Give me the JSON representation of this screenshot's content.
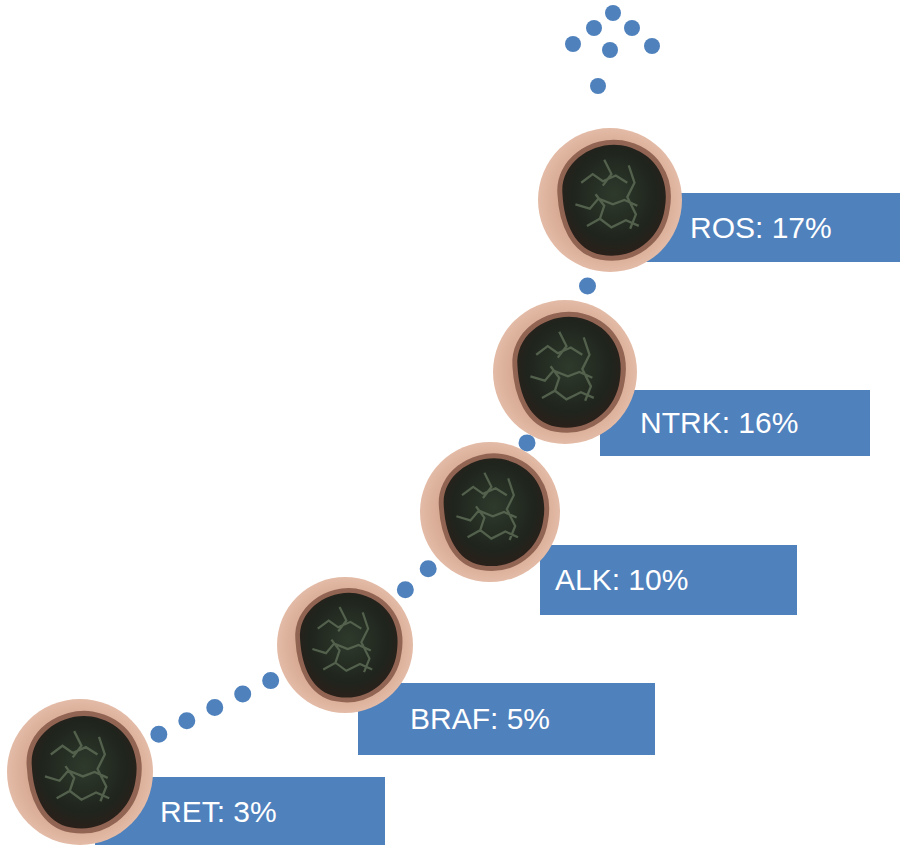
{
  "diagram": {
    "nodes": [
      {
        "text": [
          "RET: 3%"
        ]
      },
      {
        "text": [
          "BRAF: 5%"
        ]
      },
      {
        "text": [
          "ALK: 10%"
        ]
      },
      {
        "text": [
          "NTRK: 16%"
        ]
      },
      {
        "text": [
          "ROS: 17%"
        ]
      }
    ],
    "edges": [
      {
        "from": 0,
        "to": 1,
        "arrow": "none"
      },
      {
        "from": 1,
        "to": 2,
        "arrow": "none"
      },
      {
        "from": 2,
        "to": 3,
        "arrow": "none"
      },
      {
        "from": 3,
        "to": 4,
        "arrow": "none"
      }
    ]
  }
}
